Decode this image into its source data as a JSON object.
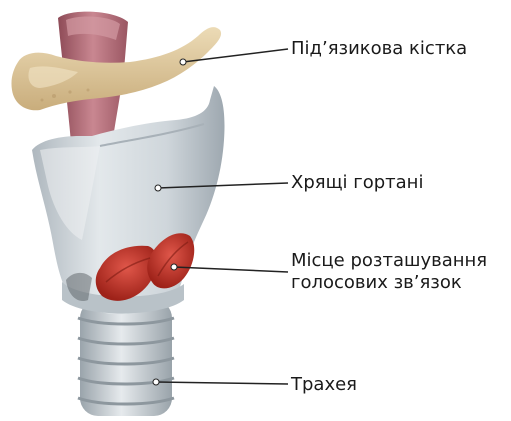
{
  "labels": {
    "hyoid_bone": "Під’язикова кістка",
    "laryngeal_cartilages": "Хрящі гортані",
    "vocal_folds_line1": "Місце розташування",
    "vocal_folds_line2": "голосових зв’язок",
    "trachea": "Трахея"
  },
  "colors": {
    "bone": "#d9c39a",
    "cartilage": "#cfd6db",
    "muscle": "#c8382c",
    "pharynx": "#b56f7a",
    "leader_line": "#222222"
  }
}
